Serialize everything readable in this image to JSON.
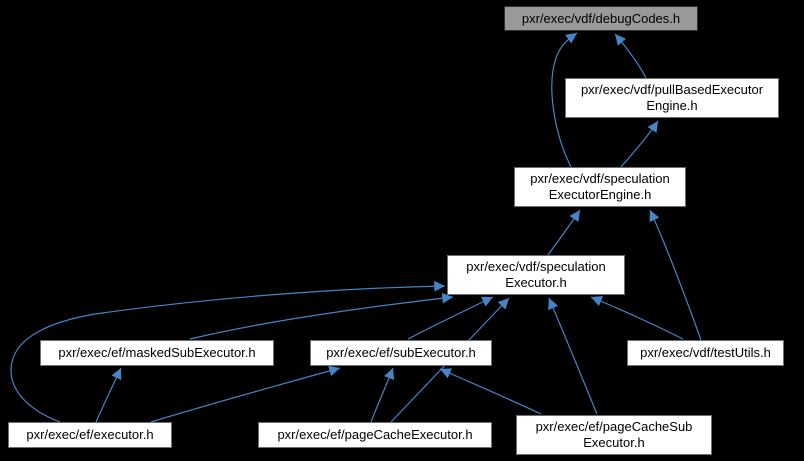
{
  "diagram": {
    "type": "include-dependency-graph",
    "highlighted_node": "pxr/exec/vdf/debugCodes.h",
    "nodes": [
      {
        "id": "debugCodes",
        "label": "pxr/exec/vdf/debugCodes.h",
        "highlighted": true
      },
      {
        "id": "pullBasedExecutorEngine",
        "label": "pxr/exec/vdf/pullBasedExecutor\nEngine.h",
        "highlighted": false
      },
      {
        "id": "speculationExecutorEngine",
        "label": "pxr/exec/vdf/speculation\nExecutorEngine.h",
        "highlighted": false
      },
      {
        "id": "speculationExecutor",
        "label": "pxr/exec/vdf/speculation\nExecutor.h",
        "highlighted": false
      },
      {
        "id": "maskedSubExecutor",
        "label": "pxr/exec/ef/maskedSubExecutor.h",
        "highlighted": false
      },
      {
        "id": "subExecutor",
        "label": "pxr/exec/ef/subExecutor.h",
        "highlighted": false
      },
      {
        "id": "testUtils",
        "label": "pxr/exec/vdf/testUtils.h",
        "highlighted": false
      },
      {
        "id": "executor",
        "label": "pxr/exec/ef/executor.h",
        "highlighted": false
      },
      {
        "id": "pageCacheExecutor",
        "label": "pxr/exec/ef/pageCacheExecutor.h",
        "highlighted": false
      },
      {
        "id": "pageCacheSubExecutor",
        "label": "pxr/exec/ef/pageCacheSub\nExecutor.h",
        "highlighted": false
      }
    ],
    "edges": [
      {
        "from": "pullBasedExecutorEngine",
        "to": "debugCodes"
      },
      {
        "from": "speculationExecutorEngine",
        "to": "debugCodes"
      },
      {
        "from": "speculationExecutorEngine",
        "to": "pullBasedExecutorEngine"
      },
      {
        "from": "speculationExecutor",
        "to": "speculationExecutorEngine"
      },
      {
        "from": "testUtils",
        "to": "speculationExecutorEngine"
      },
      {
        "from": "maskedSubExecutor",
        "to": "speculationExecutor"
      },
      {
        "from": "subExecutor",
        "to": "speculationExecutor"
      },
      {
        "from": "testUtils",
        "to": "speculationExecutor"
      },
      {
        "from": "executor",
        "to": "speculationExecutor"
      },
      {
        "from": "pageCacheExecutor",
        "to": "speculationExecutor"
      },
      {
        "from": "pageCacheSubExecutor",
        "to": "speculationExecutor"
      },
      {
        "from": "executor",
        "to": "maskedSubExecutor"
      },
      {
        "from": "executor",
        "to": "subExecutor"
      },
      {
        "from": "pageCacheExecutor",
        "to": "subExecutor"
      },
      {
        "from": "pageCacheSubExecutor",
        "to": "subExecutor"
      }
    ]
  },
  "colors": {
    "background": "#000000",
    "node_fill": "#ffffff",
    "node_border": "#6e6e6e",
    "highlight_fill": "#999999",
    "highlight_border": "#2f2f2f",
    "edge_color": "#4585c7",
    "text_color": "#000000"
  }
}
